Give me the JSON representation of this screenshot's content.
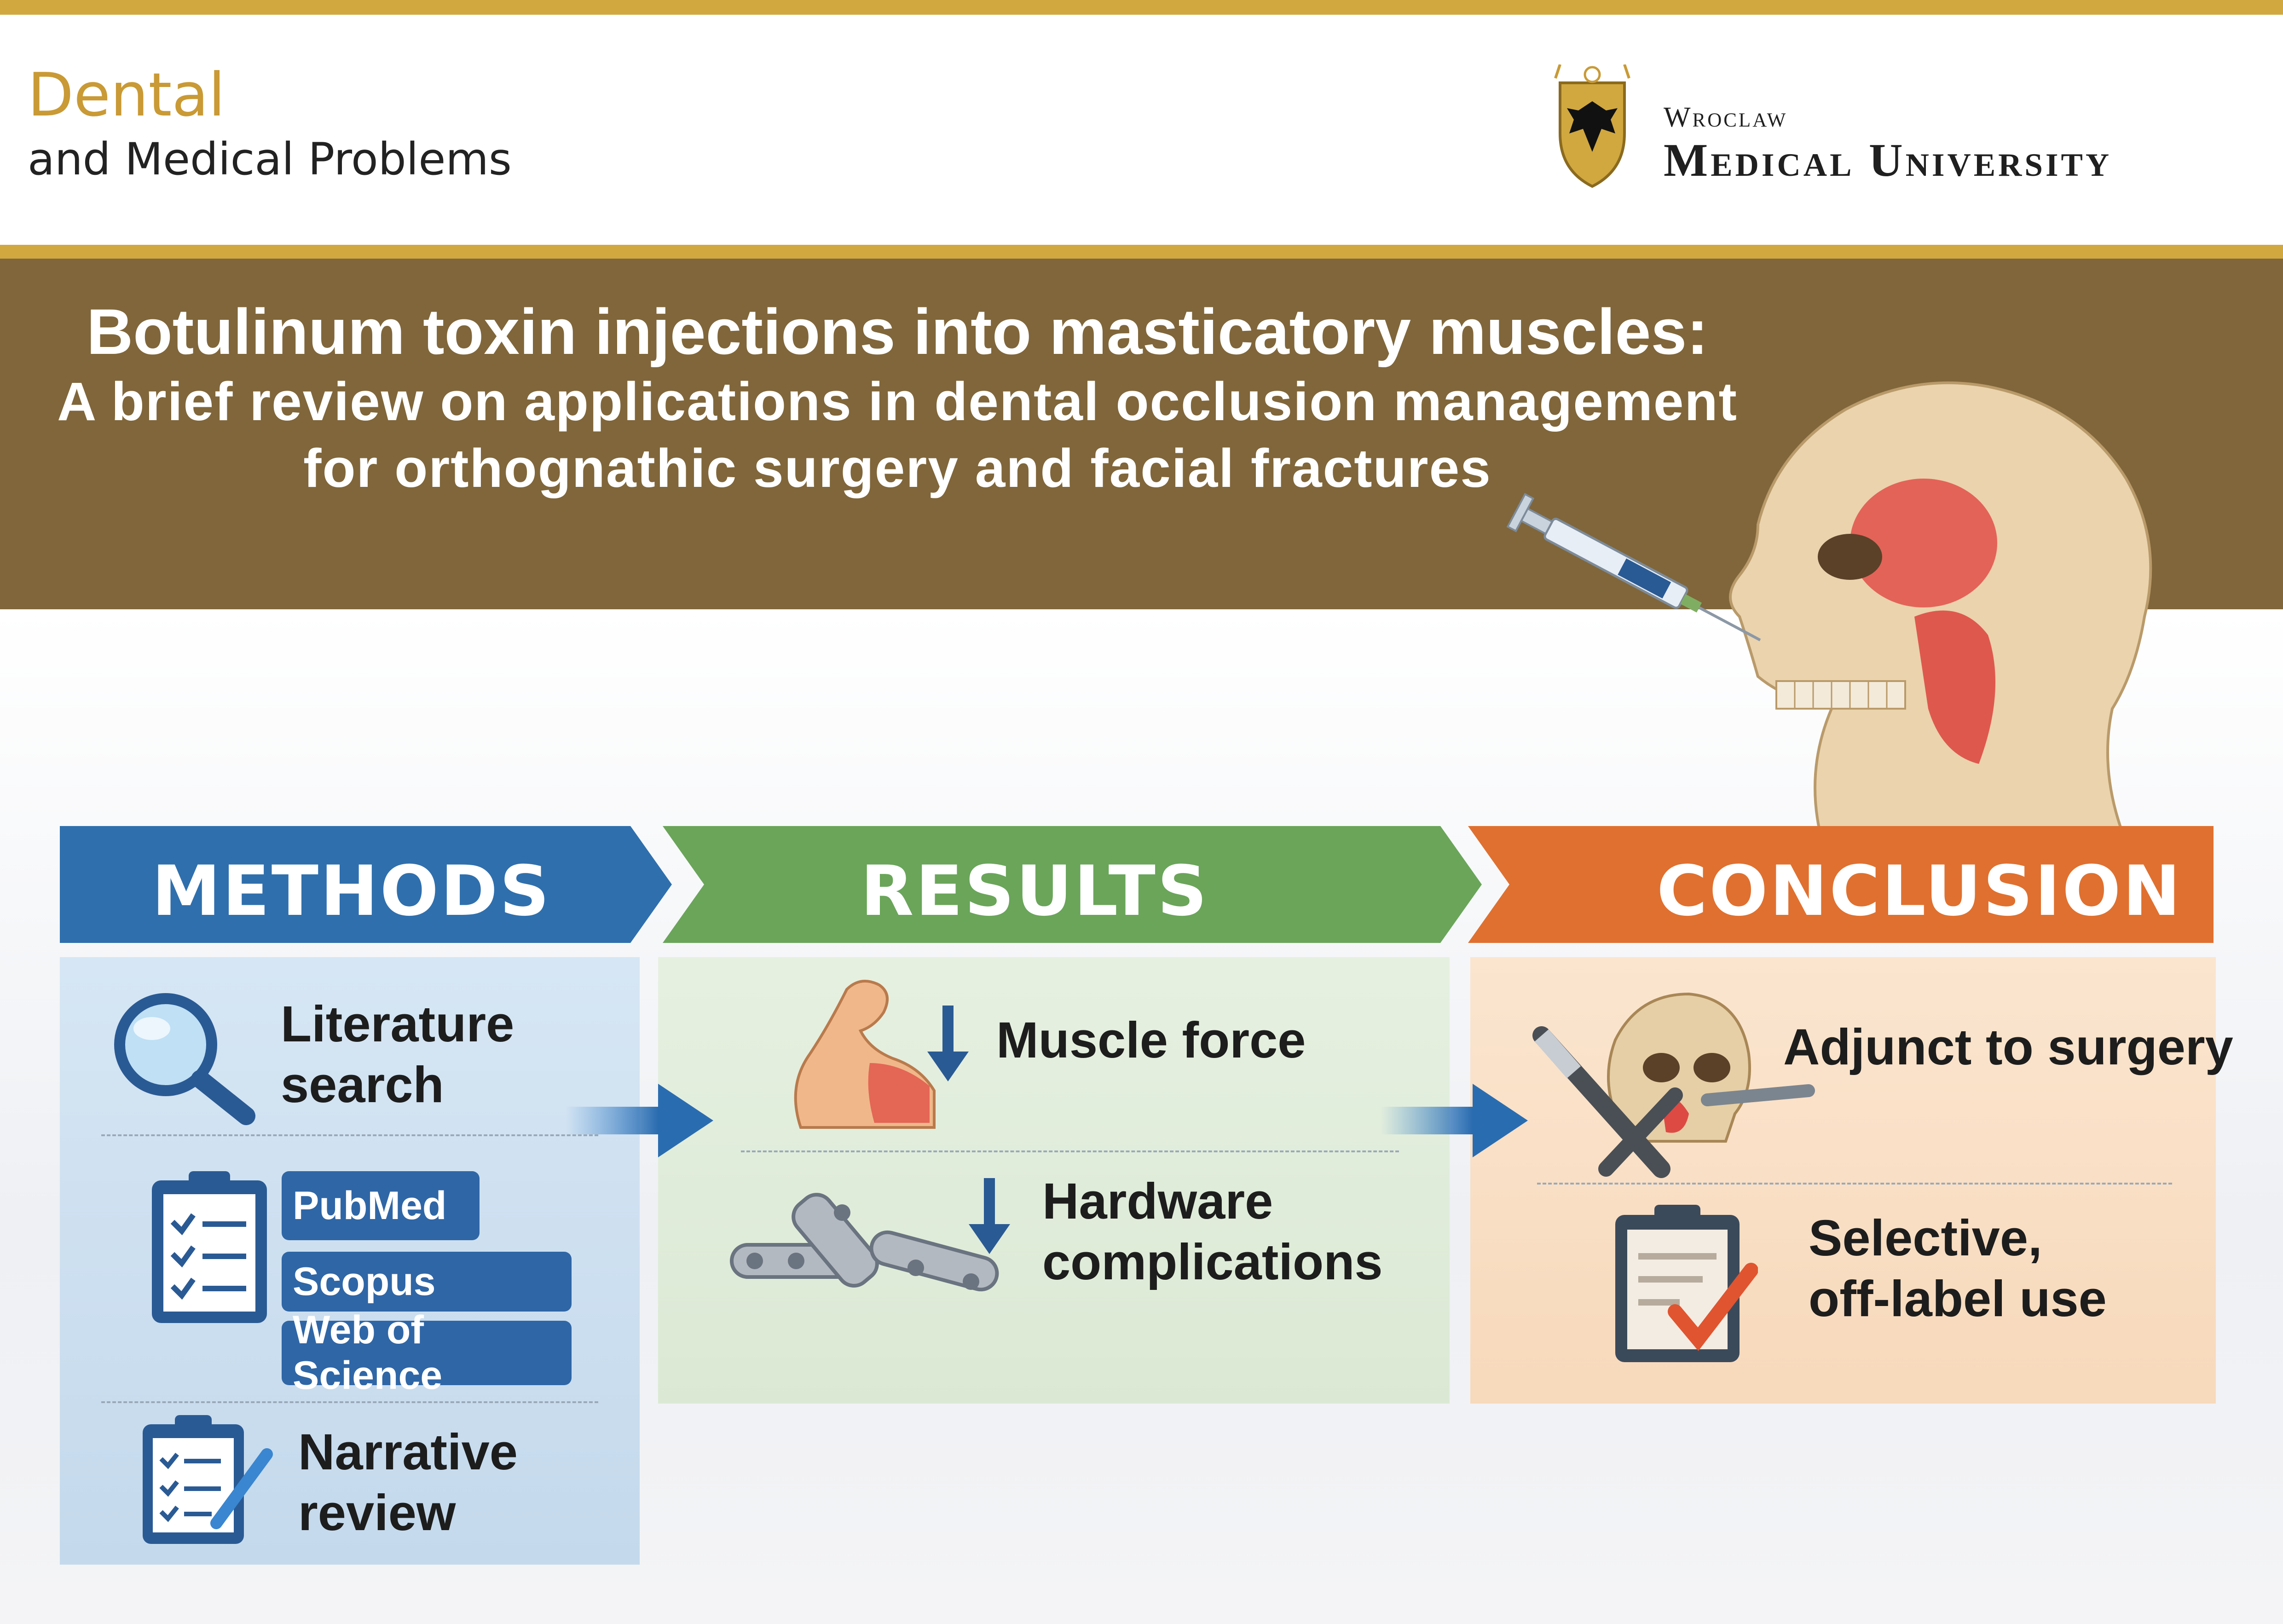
{
  "journal": {
    "line1": "Dental",
    "line2": "and Medical Problems"
  },
  "university": {
    "line1": "Wroclaw",
    "line2": "Medical University"
  },
  "title": {
    "line1": "Botulinum toxin injections into masticatory muscles:",
    "line2": "A brief review on applications in dental occlusion management",
    "line3": "for orthognathic surgery and facial fractures"
  },
  "methods": {
    "header": "METHODS",
    "literature": [
      "Literature",
      "search"
    ],
    "databases": [
      "PubMed",
      "Scopus",
      "Web of Science"
    ],
    "narrative": [
      "Narrative",
      "review"
    ]
  },
  "results": {
    "header": "RESULTS",
    "muscle": "Muscle force",
    "hardware": [
      "Hardware",
      "complications"
    ]
  },
  "conclusion": {
    "header": "CONCLUSION",
    "adjunct": "Adjunct to surgery",
    "selective": [
      "Selective,",
      "off-label use"
    ]
  },
  "colors": {
    "gold": "#d1a83f",
    "banner": "#80663a",
    "methods": "#2f6fad",
    "results": "#6aa55a",
    "conclusion": "#e0702f"
  },
  "icons": [
    "university-crest-icon",
    "skull-syringe-illustration",
    "magnifier-icon",
    "clipboard-icon",
    "clipboard-pen-icon",
    "flexed-arm-icon",
    "down-arrow-icon",
    "bone-plate-icon",
    "skull-scalpel-icon",
    "clipboard-check-icon"
  ]
}
